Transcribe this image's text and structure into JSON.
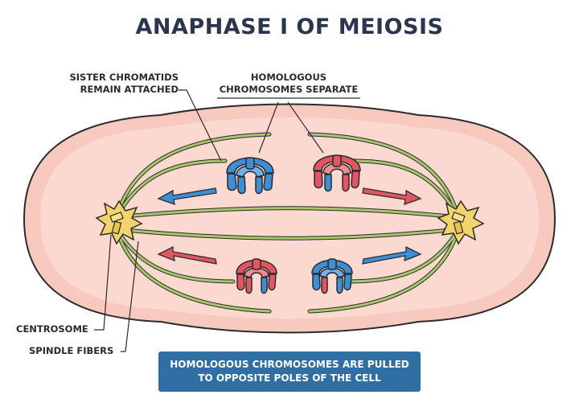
{
  "title": "ANAPHASE I OF MEIOSIS",
  "labels": {
    "sister_chromatids_line1": "SISTER CHROMATIDS",
    "sister_chromatids_line2": "REMAIN ATTACHED",
    "homologous_line1": "HOMOLOGOUS",
    "homologous_line2": "CHROMOSOMES SEPARATE",
    "centrosome": "CENTROSOME",
    "spindle_fibers": "SPINDLE FIBERS"
  },
  "callout": {
    "line1": "HOMOLOGOUS CHROMOSOMES ARE PULLED",
    "line2": "TO OPPOSITE POLES OF THE CELL"
  },
  "colors": {
    "cell_fill": "#f7c9bf",
    "cell_inner": "#fbe0d8",
    "cell_outline": "#2b2b2b",
    "spindle_fiber": "#a7c76a",
    "centrosome": "#f3d36b",
    "chromosome_blue": "#3a8fd6",
    "chromosome_red": "#e25561",
    "callout_bg": "#2f6fa3"
  }
}
